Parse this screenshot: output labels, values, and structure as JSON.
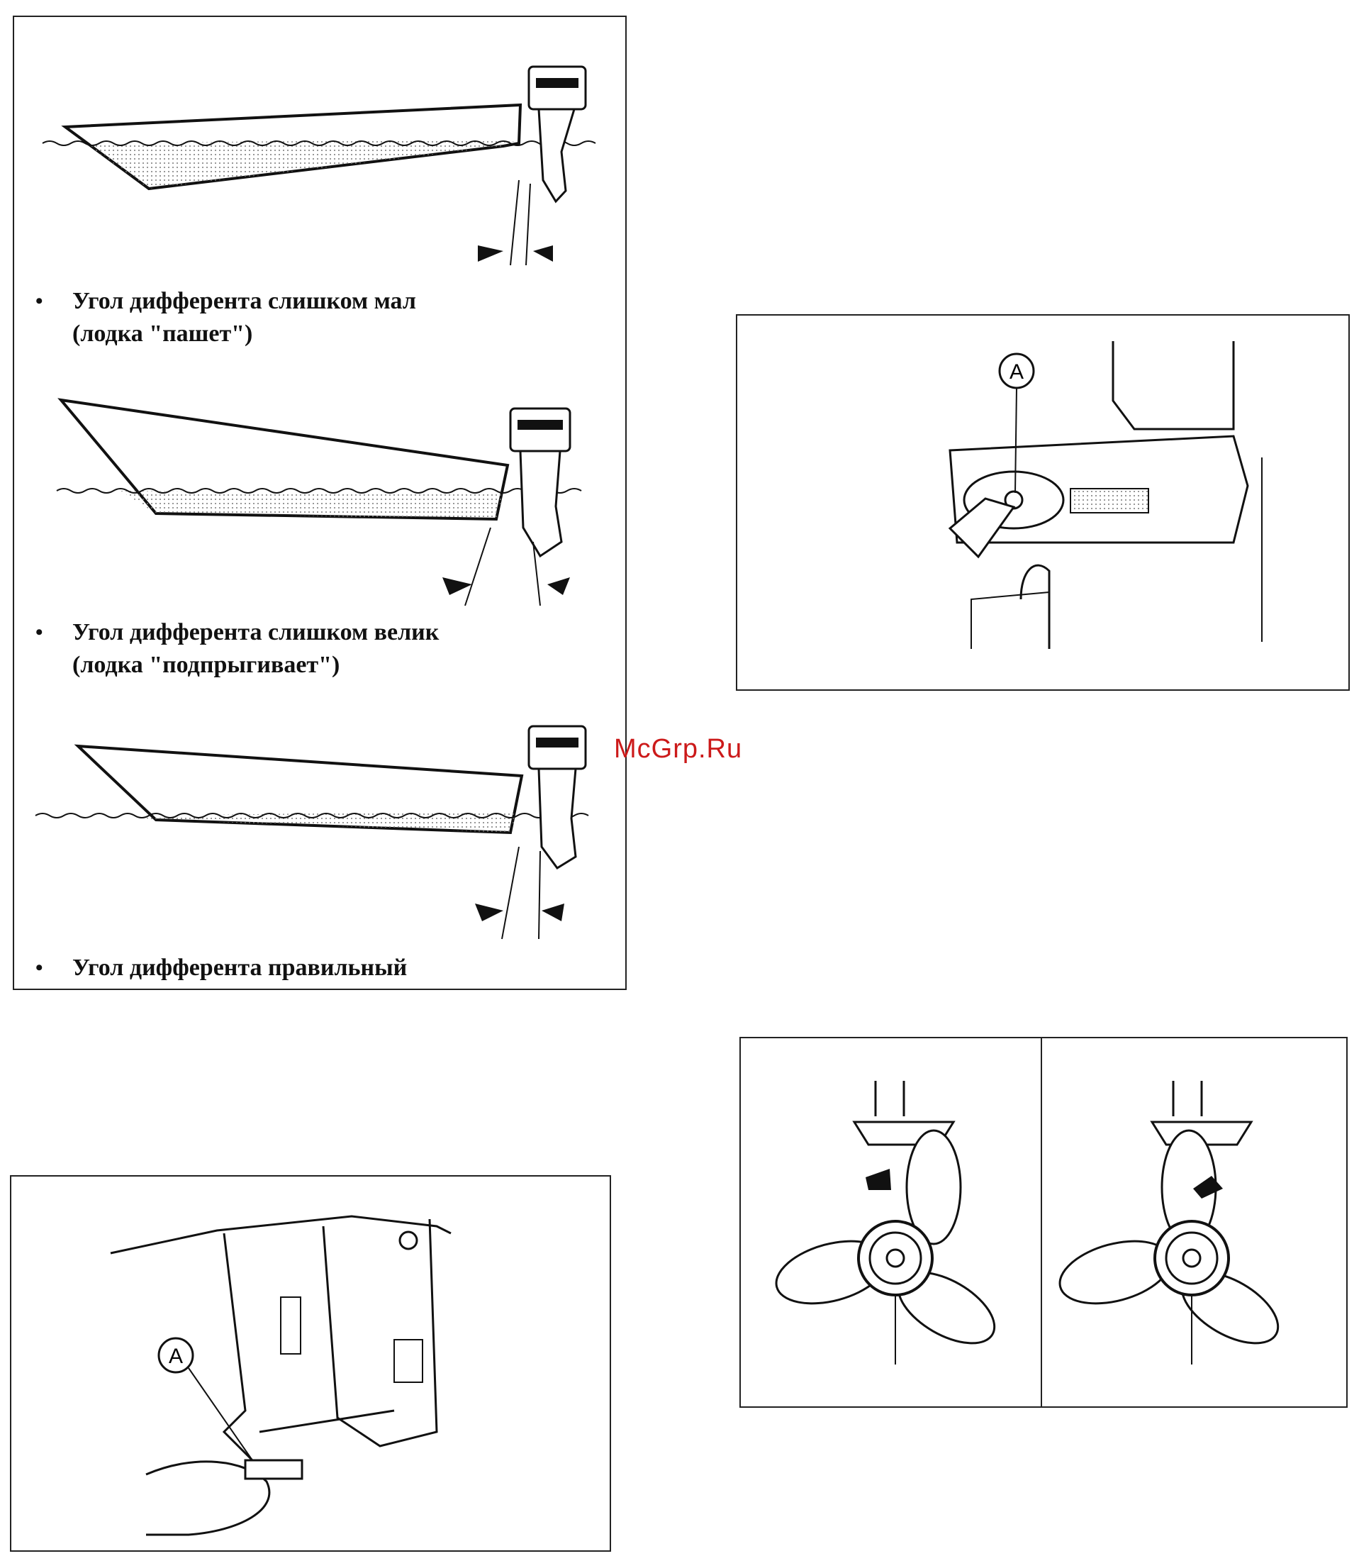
{
  "trim_panel": {
    "captions": [
      {
        "bullet": "•",
        "line1": "Угол дифферента слишком мал",
        "line2": "(лодка \"пашет\")"
      },
      {
        "bullet": "•",
        "line1": "Угол дифферента слишком велик",
        "line2": "(лодка \"подпрыгивает\")"
      },
      {
        "bullet": "•",
        "line1": "Угол дифферента правильный",
        "line2": ""
      }
    ]
  },
  "tab_panel": {
    "label": "A"
  },
  "lever_panel": {
    "label": "A"
  },
  "watermark": "McGrp.Ru"
}
